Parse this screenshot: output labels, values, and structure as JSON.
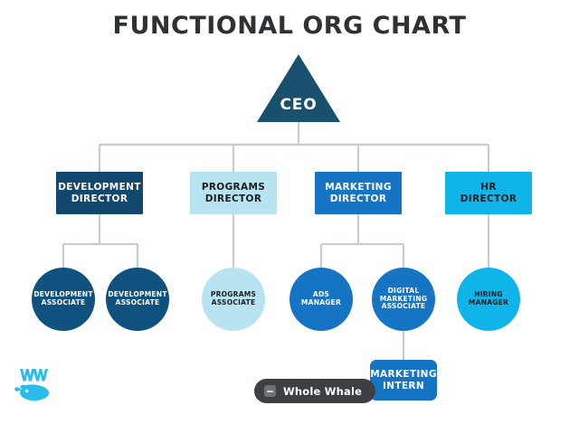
{
  "page": {
    "title": "FUNCTIONAL ORG CHART",
    "background_color": "#ffffff",
    "title_color": "#2f3234"
  },
  "palette": {
    "navy_dark": "#19506E",
    "blue_dark": "#0F5280",
    "blue_medium": "#1574C4",
    "blue_bright": "#0FB4E8",
    "blue_light": "#B8E4F2",
    "connector_gray": "#c9cccd",
    "text_light": "#ffffff",
    "text_dark": "#1b1d1f"
  },
  "chart_data": {
    "type": "diagram",
    "diagram_kind": "organizational-chart",
    "title": "FUNCTIONAL ORG CHART",
    "nodes": [
      {
        "id": "ceo",
        "label": "CEO",
        "shape": "triangle",
        "level": 0,
        "fill": "#19506E",
        "text_color": "#ffffff",
        "parent": null
      },
      {
        "id": "development-director",
        "label": "DEVELOPMENT\nDIRECTOR",
        "shape": "rectangle",
        "level": 1,
        "fill": "#12476E",
        "text_color": "#ffffff",
        "parent": "ceo"
      },
      {
        "id": "programs-director",
        "label": "PROGRAMS\nDIRECTOR",
        "shape": "rectangle",
        "level": 1,
        "fill": "#B8E4F2",
        "text_color": "#1b1d1f",
        "parent": "ceo"
      },
      {
        "id": "marketing-director",
        "label": "MARKETING\nDIRECTOR",
        "shape": "rectangle",
        "level": 1,
        "fill": "#1574C4",
        "text_color": "#ffffff",
        "parent": "ceo"
      },
      {
        "id": "hr-director",
        "label": "HR\nDIRECTOR",
        "shape": "rectangle",
        "level": 1,
        "fill": "#0FB4E8",
        "text_color": "#1b1d1f",
        "parent": "ceo"
      },
      {
        "id": "development-associate-1",
        "label": "DEVELOPMENT\nASSOCIATE",
        "shape": "circle",
        "level": 2,
        "fill": "#0F5280",
        "text_color": "#ffffff",
        "parent": "development-director"
      },
      {
        "id": "development-associate-2",
        "label": "DEVELOPMENT\nASSOCIATE",
        "shape": "circle",
        "level": 2,
        "fill": "#0F5280",
        "text_color": "#ffffff",
        "parent": "development-director"
      },
      {
        "id": "programs-associate",
        "label": "PROGRAMS\nASSOCIATE",
        "shape": "circle",
        "level": 2,
        "fill": "#B8E4F2",
        "text_color": "#1b1d1f",
        "parent": "programs-director"
      },
      {
        "id": "ads-manager",
        "label": "ADS MANAGER",
        "shape": "circle",
        "level": 2,
        "fill": "#1574C4",
        "text_color": "#ffffff",
        "parent": "marketing-director"
      },
      {
        "id": "digital-marketing-associate",
        "label": "DIGITAL\nMARKETING\nASSOCIATE",
        "shape": "circle",
        "level": 2,
        "fill": "#1574C4",
        "text_color": "#ffffff",
        "parent": "marketing-director"
      },
      {
        "id": "hiring-manager",
        "label": "HIRING\nMANAGER",
        "shape": "circle",
        "level": 2,
        "fill": "#0FB4E8",
        "text_color": "#1b1d1f",
        "parent": "hr-director"
      },
      {
        "id": "marketing-intern",
        "label": "MARKETING\nINTERN",
        "shape": "rounded-rectangle",
        "level": 3,
        "fill": "#1574C4",
        "text_color": "#ffffff",
        "parent": "digital-marketing-associate"
      }
    ],
    "edges": [
      {
        "from": "ceo",
        "to": "development-director"
      },
      {
        "from": "ceo",
        "to": "programs-director"
      },
      {
        "from": "ceo",
        "to": "marketing-director"
      },
      {
        "from": "ceo",
        "to": "hr-director"
      },
      {
        "from": "development-director",
        "to": "development-associate-1"
      },
      {
        "from": "development-director",
        "to": "development-associate-2"
      },
      {
        "from": "programs-director",
        "to": "programs-associate"
      },
      {
        "from": "marketing-director",
        "to": "ads-manager"
      },
      {
        "from": "marketing-director",
        "to": "digital-marketing-associate"
      },
      {
        "from": "hr-director",
        "to": "hiring-manager"
      },
      {
        "from": "digital-marketing-associate",
        "to": "marketing-intern"
      }
    ],
    "connector_style": "orthogonal-elbow",
    "connector_color": "#c9cccd"
  },
  "nodes": {
    "ceo": "CEO",
    "development_director": "DEVELOPMENT\nDIRECTOR",
    "programs_director": "PROGRAMS\nDIRECTOR",
    "marketing_director": "MARKETING\nDIRECTOR",
    "hr_director": "HR\nDIRECTOR",
    "development_associate_1": "DEVELOPMENT\nASSOCIATE",
    "development_associate_2": "DEVELOPMENT\nASSOCIATE",
    "programs_associate": "PROGRAMS\nASSOCIATE",
    "ads_manager": "ADS MANAGER",
    "digital_marketing_associate": "DIGITAL\nMARKETING\nASSOCIATE",
    "hiring_manager": "HIRING\nMANAGER",
    "marketing_intern": "MARKETING\nINTERN"
  },
  "branding": {
    "logo_name": "whole-whale-whale-logo",
    "logo_monogram": "WW",
    "logo_color": "#2BBCEC",
    "watermark_label": "Whole Whale",
    "watermark_bg": "#3c4043",
    "watermark_text_color": "#ffffff"
  }
}
